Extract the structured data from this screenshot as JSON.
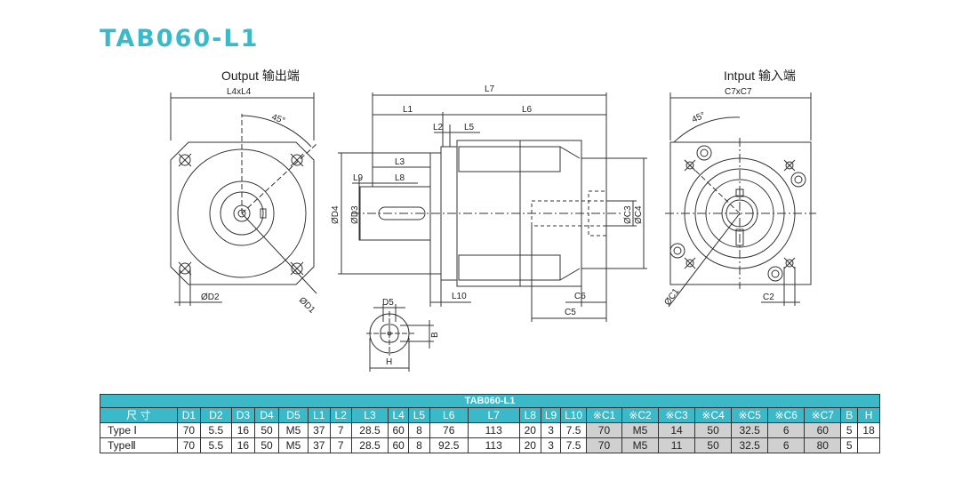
{
  "header": {
    "title": "TAB060-L1"
  },
  "views": {
    "output_label": "Output 输出端",
    "input_label": "Intput 输入端"
  },
  "dimensions": {
    "l4xl4": "L4xL4",
    "angle_left": "45°",
    "d2": "ØD2",
    "d1": "ØD1",
    "l7": "L7",
    "l1": "L1",
    "l6": "L6",
    "l2": "L2",
    "l5": "L5",
    "l3": "L3",
    "l9": "L9",
    "l8": "L8",
    "d4": "ØD4",
    "d3": "ØD3",
    "c3": "ØC3",
    "c4": "ØC4",
    "l10": "L10",
    "c6": "C6",
    "c5": "C5",
    "d5": "D5",
    "b": "B",
    "h": "H",
    "c7xc7": "C7xC7",
    "angle_right": "45°",
    "c1": "ØC1",
    "c2": "C2"
  },
  "table": {
    "title": "TAB060-L1",
    "headers": [
      "尺 寸",
      "D1",
      "D2",
      "D3",
      "D4",
      "D5",
      "L1",
      "L2",
      "L3",
      "L4",
      "L5",
      "L6",
      "L7",
      "L8",
      "L9",
      "L10",
      "※C1",
      "※C2",
      "※C3",
      "※C4",
      "※C5",
      "※C6",
      "※C7",
      "B",
      "H"
    ],
    "rows": [
      [
        "Type Ⅰ",
        "70",
        "5.5",
        "16",
        "50",
        "M5",
        "37",
        "7",
        "28.5",
        "60",
        "8",
        "76",
        "113",
        "20",
        "3",
        "7.5",
        "70",
        "M5",
        "14",
        "50",
        "32.5",
        "6",
        "60",
        "5",
        "18"
      ],
      [
        "TypeⅡ",
        "70",
        "5.5",
        "16",
        "50",
        "M5",
        "37",
        "7",
        "28.5",
        "60",
        "8",
        "92.5",
        "113",
        "20",
        "3",
        "7.5",
        "70",
        "M5",
        "11",
        "50",
        "32.5",
        "6",
        "80",
        "5",
        ""
      ]
    ]
  },
  "colors": {
    "accent": "#3cb9c9",
    "shaded": "#d0d0d0"
  }
}
